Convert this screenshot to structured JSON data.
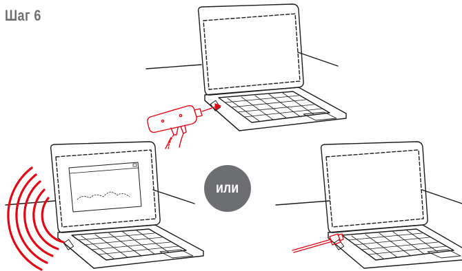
{
  "title": "Шаг 6",
  "or_label": "или",
  "colors": {
    "title": "#6d6e71",
    "badge": "#6d6e71",
    "accent": "#e30613",
    "line": "#1a1a1a"
  },
  "illustrations": {
    "top": "laptop-with-usb-modem",
    "bottom_left": "laptop-with-wireless-signal",
    "bottom_right": "laptop-with-ethernet-cable"
  }
}
